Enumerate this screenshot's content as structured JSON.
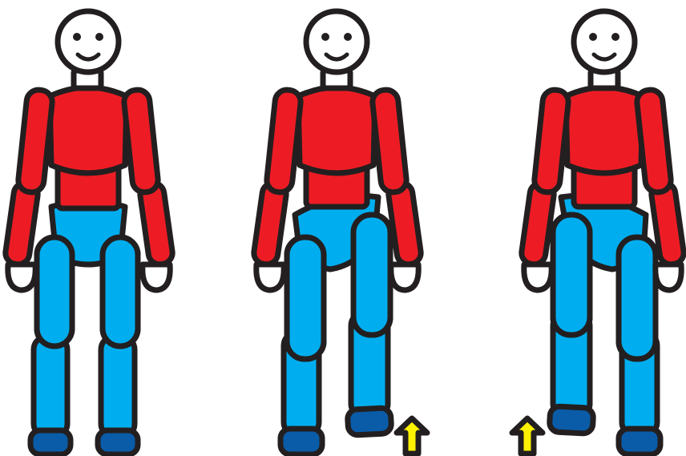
{
  "colors": {
    "outline": "#231f20",
    "head": "#ffffff",
    "torso": "#ed1c24",
    "legs": "#00aeef",
    "feet": "#0a5ca8",
    "arrow": "#fff200"
  },
  "figures": [
    {
      "pose": "standing",
      "raised_foot": "none",
      "arrow": "none"
    },
    {
      "pose": "right-foot-raised",
      "raised_foot": "right",
      "arrow": "right"
    },
    {
      "pose": "left-foot-raised",
      "raised_foot": "left",
      "arrow": "left"
    }
  ]
}
